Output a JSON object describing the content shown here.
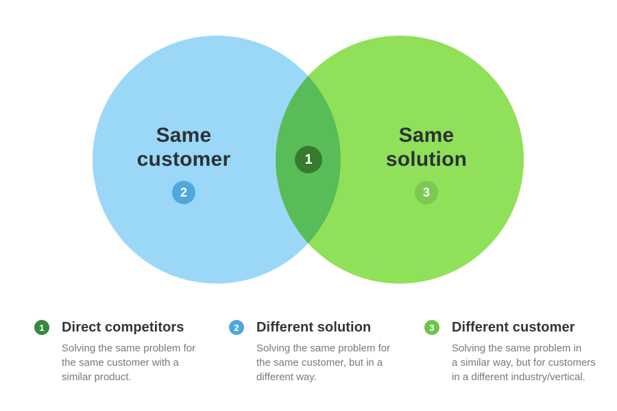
{
  "palette": {
    "background": "#FFFFFF",
    "circle_left_blue": "#9BD8F8",
    "circle_right_green": "#90E05A",
    "intersection_green": "#57BE57",
    "badge_intersection_dark_green": "#387A2E",
    "badge_left_blue": "#4FA7DA",
    "badge_right_green": "#7CC850",
    "legend_badge_1_green": "#35893A",
    "legend_badge_2_blue": "#4FA7DA",
    "legend_badge_3_green": "#6FC44A",
    "heading_text": "#2C3136",
    "body_text": "#75787B"
  },
  "venn": {
    "left_circle": {
      "label": "Same\ncustomer",
      "badge": "2"
    },
    "right_circle": {
      "label": "Same\nsolution",
      "badge": "3"
    },
    "intersection": {
      "badge": "1"
    }
  },
  "legend": {
    "items": [
      {
        "badge": "1",
        "title": "Direct competitors",
        "description": "Solving the same problem for\nthe same customer with a\nsimilar product."
      },
      {
        "badge": "2",
        "title": "Different solution",
        "description": "Solving the same problem for\nthe same customer, but in a\ndifferent way."
      },
      {
        "badge": "3",
        "title": "Different customer",
        "description": "Solving the same problem in\na similar way, but for customers\nin a different industry/vertical."
      }
    ]
  }
}
